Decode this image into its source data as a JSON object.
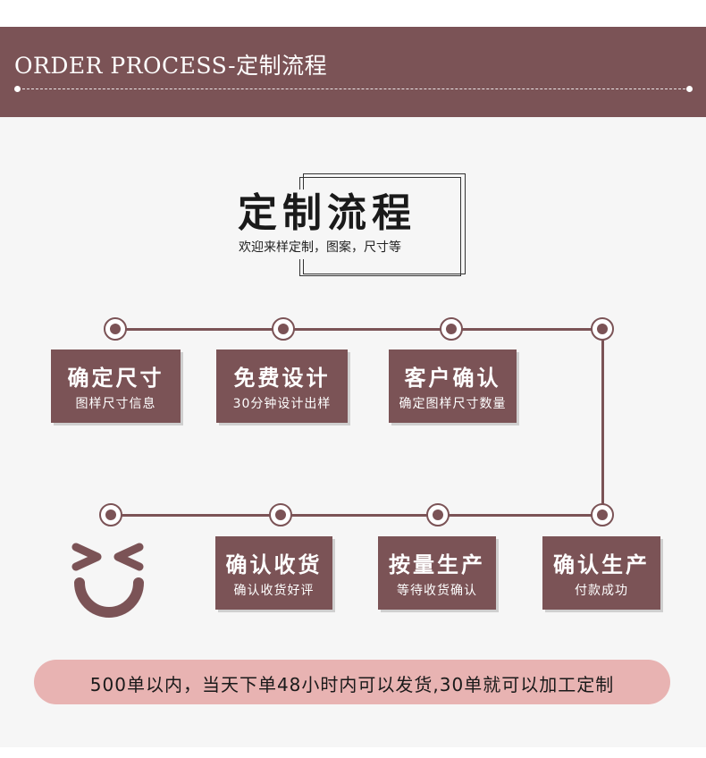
{
  "header": {
    "title": "ORDER PROCESS-定制流程"
  },
  "heading": {
    "title": "定制流程",
    "subtitle": "欢迎来样定制，图案，尺寸等"
  },
  "steps": [
    {
      "title": "确定尺寸",
      "subtitle": "图样尺寸信息"
    },
    {
      "title": "免费设计",
      "subtitle": "30分钟设计出样"
    },
    {
      "title": "客户确认",
      "subtitle": "确定图样尺寸数量"
    },
    {
      "title": "确认生产",
      "subtitle": "付款成功"
    },
    {
      "title": "按量生产",
      "subtitle": "等待收货确认"
    },
    {
      "title": "确认收货",
      "subtitle": "确认收货好评"
    }
  ],
  "banner": {
    "text": "500单以内，当天下单48小时内可以发货,30单就可以加工定制"
  },
  "colors": {
    "brand": "#7b5356",
    "banner": "#e8b3b2",
    "background": "#f6f6f6"
  },
  "icons": {
    "end_icon": "smiley-face-icon",
    "step_marker": "circle-node-icon"
  }
}
